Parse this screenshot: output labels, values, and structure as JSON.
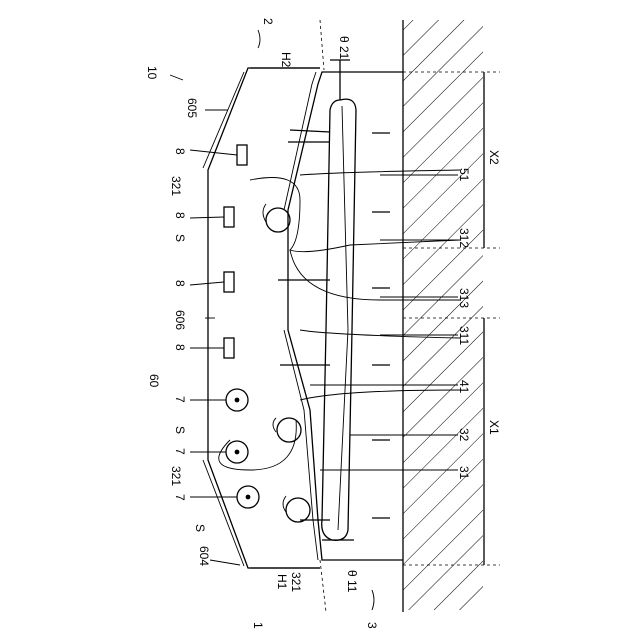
{
  "figure": {
    "labels": {
      "ref_2": "2",
      "ref_10": "10",
      "h2": "H2",
      "theta21": "θ 21",
      "ref_605": "605",
      "ref_8a": "8",
      "ref_8b": "8",
      "ref_8c": "8",
      "ref_8d": "8",
      "ref_321a": "321",
      "ref_321b": "321",
      "ref_321c": "321",
      "s_a": "S",
      "s_b": "S",
      "s_c": "S",
      "ref_606": "606",
      "ref_60": "60",
      "ref_7a": "7",
      "ref_7b": "7",
      "ref_7c": "7",
      "ref_604": "604",
      "h1": "H1",
      "theta11": "θ 11",
      "ref_1": "1",
      "ref_3": "3",
      "x2": "X2",
      "x1": "X1",
      "ref_51": "51",
      "ref_312": "312",
      "ref_313": "313",
      "ref_311": "311",
      "ref_41": "41",
      "ref_32": "32",
      "ref_31": "31"
    }
  }
}
